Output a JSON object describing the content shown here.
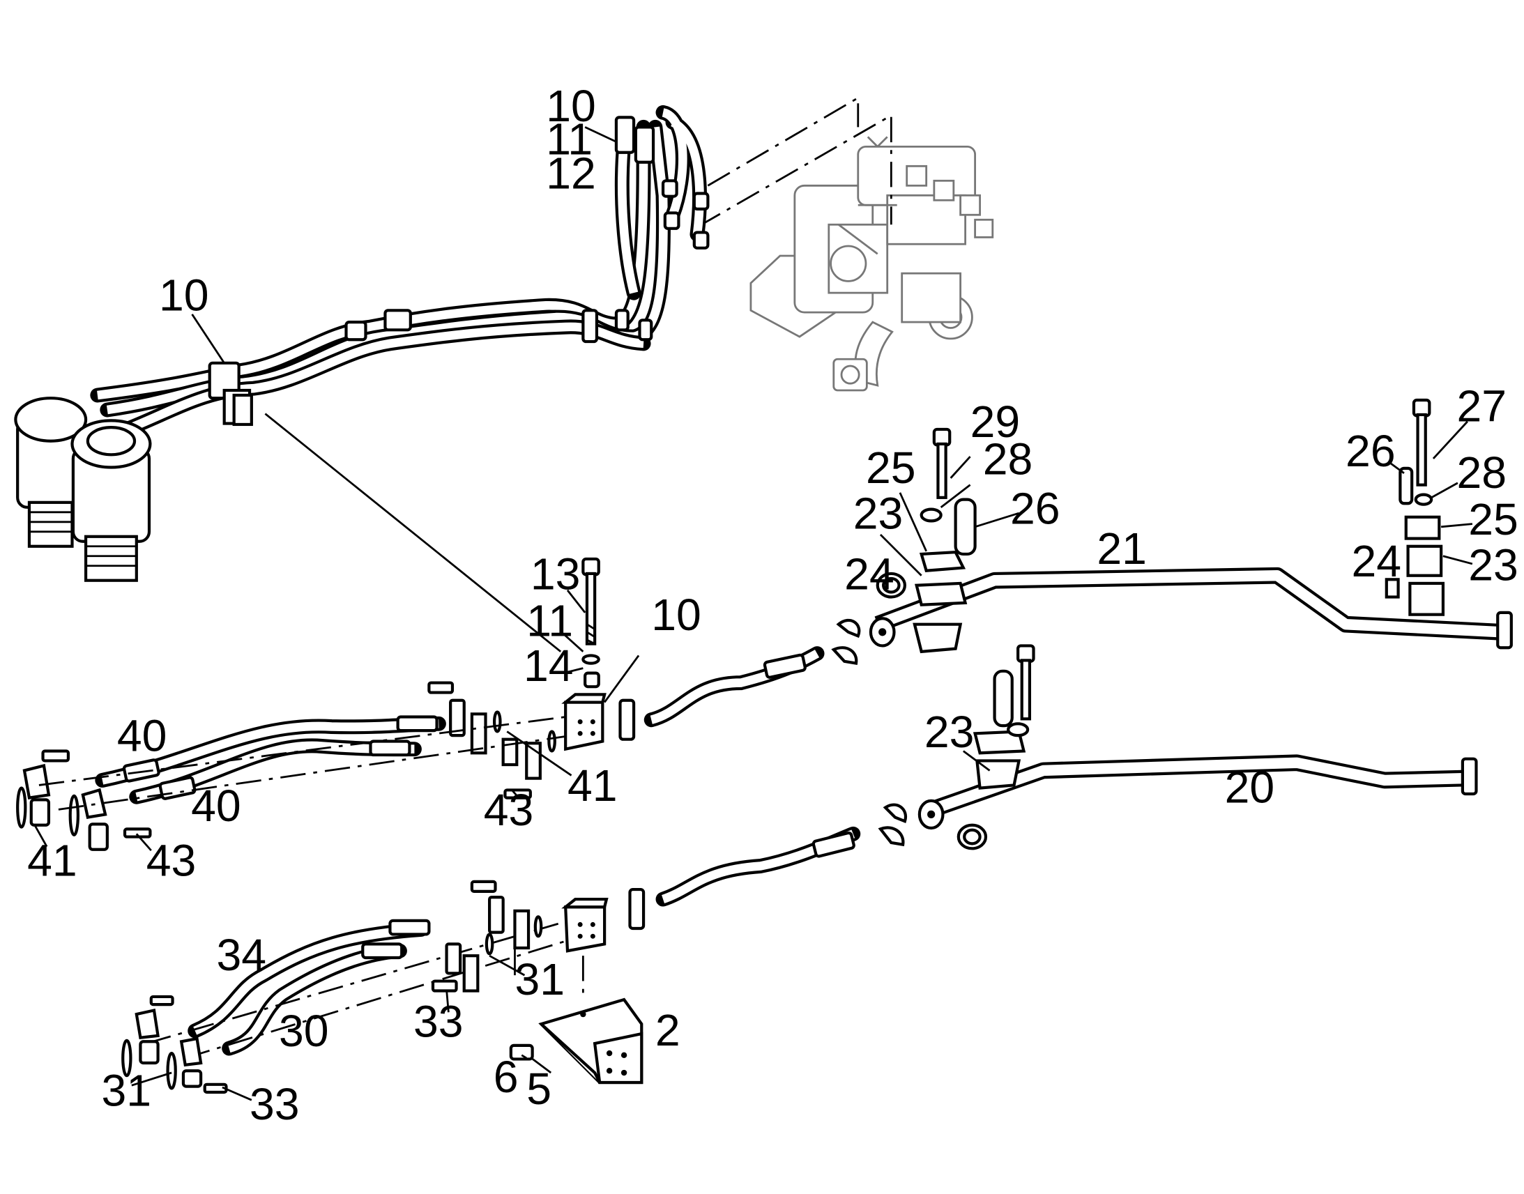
{
  "callouts": [
    {
      "id": "c10a",
      "text": "10"
    },
    {
      "id": "c11a",
      "text": "11"
    },
    {
      "id": "c12a",
      "text": "12"
    },
    {
      "id": "c10b",
      "text": "10"
    },
    {
      "id": "c29",
      "text": "29"
    },
    {
      "id": "c28a",
      "text": "28"
    },
    {
      "id": "c25a",
      "text": "25"
    },
    {
      "id": "c26a",
      "text": "26"
    },
    {
      "id": "c23a",
      "text": "23"
    },
    {
      "id": "c24a",
      "text": "24"
    },
    {
      "id": "c21",
      "text": "21"
    },
    {
      "id": "c27",
      "text": "27"
    },
    {
      "id": "c26b",
      "text": "26"
    },
    {
      "id": "c28b",
      "text": "28"
    },
    {
      "id": "c25b",
      "text": "25"
    },
    {
      "id": "c24b",
      "text": "24"
    },
    {
      "id": "c23b",
      "text": "23"
    },
    {
      "id": "c13",
      "text": "13"
    },
    {
      "id": "c11b",
      "text": "11"
    },
    {
      "id": "c14",
      "text": "14"
    },
    {
      "id": "c10c",
      "text": "10"
    },
    {
      "id": "c40a",
      "text": "40"
    },
    {
      "id": "c40b",
      "text": "40"
    },
    {
      "id": "c41a",
      "text": "41"
    },
    {
      "id": "c43a",
      "text": "43"
    },
    {
      "id": "c41b",
      "text": "41"
    },
    {
      "id": "c43b",
      "text": "43"
    },
    {
      "id": "c23c",
      "text": "23"
    },
    {
      "id": "c20",
      "text": "20"
    },
    {
      "id": "c34",
      "text": "34"
    },
    {
      "id": "c31a",
      "text": "31"
    },
    {
      "id": "c30",
      "text": "30"
    },
    {
      "id": "c33a",
      "text": "33"
    },
    {
      "id": "c2",
      "text": "2"
    },
    {
      "id": "c6",
      "text": "6"
    },
    {
      "id": "c5",
      "text": "5"
    },
    {
      "id": "c31b",
      "text": "31"
    },
    {
      "id": "c33b",
      "text": "33"
    }
  ]
}
